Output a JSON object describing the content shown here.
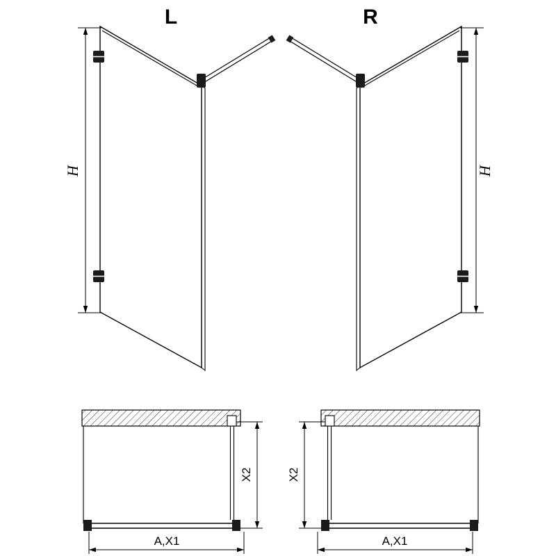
{
  "diagram": {
    "title_left": "L",
    "title_right": "R",
    "dim_height": "H",
    "dim_depth": "X2",
    "dim_width": "A,X1"
  },
  "colors": {
    "line": "#000000",
    "fitting": "#1a1a1a",
    "background": "#ffffff"
  }
}
